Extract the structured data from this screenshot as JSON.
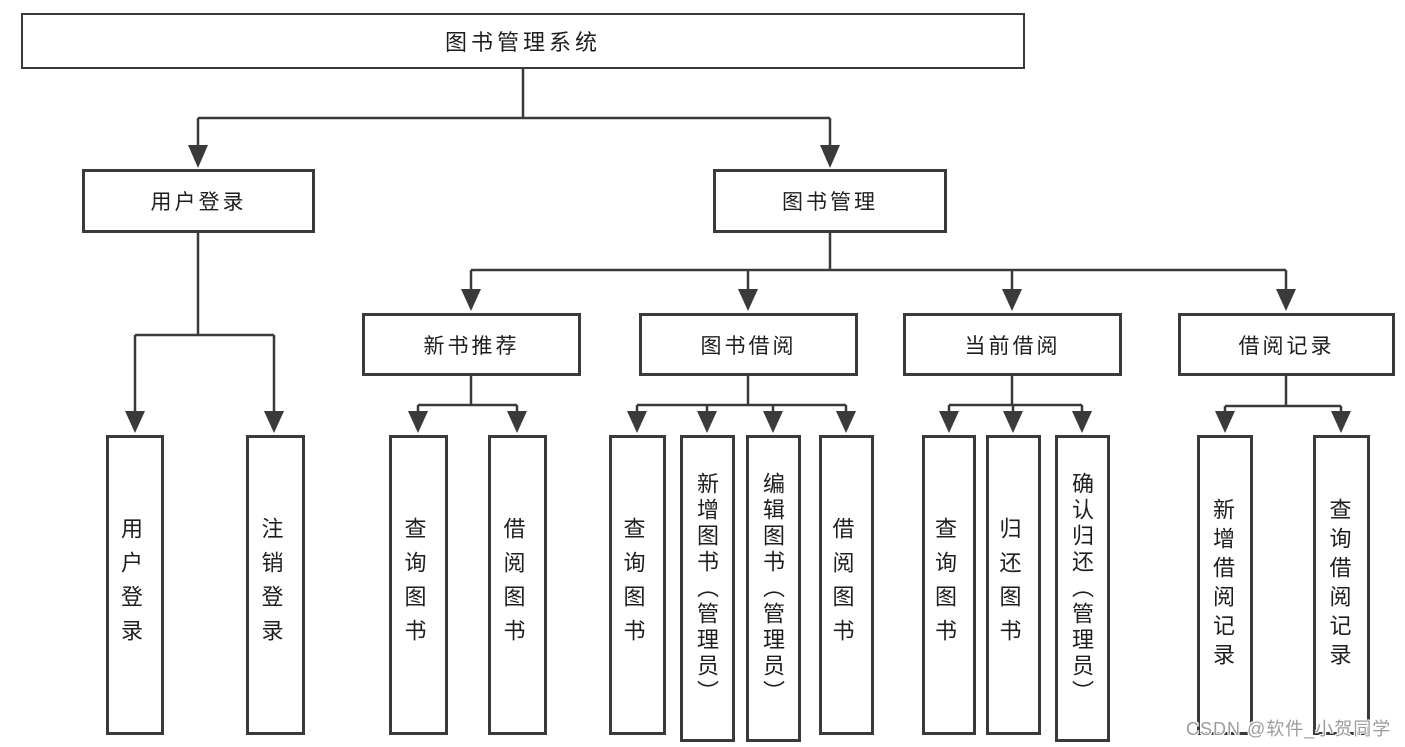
{
  "diagram_title": "图书管理系统",
  "colors": {
    "line": "#3a3a3a",
    "border": "#3a3a3a",
    "text": "#1e1e1e",
    "background": "#ffffff",
    "watermark": "#9c9c9c"
  },
  "watermark": "CSDN @软件_小贺同学",
  "nodes": {
    "root": {
      "label": "图书管理系统"
    },
    "user_login": {
      "label": "用户登录"
    },
    "book_mgmt": {
      "label": "图书管理"
    },
    "new_book_rec": {
      "label": "新书推荐"
    },
    "book_borrow": {
      "label": "图书借阅"
    },
    "current_borrow": {
      "label": "当前借阅"
    },
    "borrow_records": {
      "label": "借阅记录"
    },
    "leaf_user_login": {
      "label": "用户登录"
    },
    "leaf_logout": {
      "label": "注销登录"
    },
    "nb_query_books": {
      "label": "查询图书"
    },
    "nb_borrow_books": {
      "label": "借阅图书"
    },
    "bb_query_books": {
      "label": "查询图书"
    },
    "bb_add_book": {
      "label": "新增图书（管理员）"
    },
    "bb_edit_book": {
      "label": "编辑图书（管理员）"
    },
    "bb_borrow_books": {
      "label": "借阅图书"
    },
    "cb_query_books": {
      "label": "查询图书"
    },
    "cb_return_book": {
      "label": "归还图书"
    },
    "cb_confirm_return": {
      "label": "确认归还（管理员）"
    },
    "rec_add_record": {
      "label": "新增借阅记录"
    },
    "rec_query_record": {
      "label": "查询借阅记录"
    }
  },
  "edges": [
    {
      "from": "root",
      "to": [
        "user_login",
        "book_mgmt"
      ]
    },
    {
      "from": "user_login",
      "to": [
        "leaf_user_login",
        "leaf_logout"
      ]
    },
    {
      "from": "book_mgmt",
      "to": [
        "new_book_rec",
        "book_borrow",
        "current_borrow",
        "borrow_records"
      ]
    },
    {
      "from": "new_book_rec",
      "to": [
        "nb_query_books",
        "nb_borrow_books"
      ]
    },
    {
      "from": "book_borrow",
      "to": [
        "bb_query_books",
        "bb_add_book",
        "bb_edit_book",
        "bb_borrow_books"
      ]
    },
    {
      "from": "current_borrow",
      "to": [
        "cb_query_books",
        "cb_return_book",
        "cb_confirm_return"
      ]
    },
    {
      "from": "borrow_records",
      "to": [
        "rec_add_record",
        "rec_query_record"
      ]
    }
  ]
}
